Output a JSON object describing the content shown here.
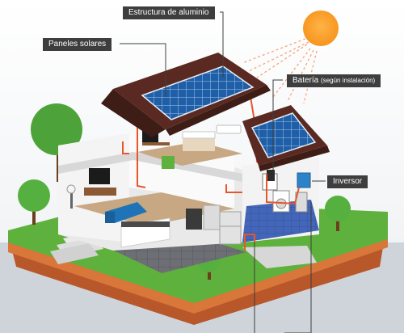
{
  "labels": {
    "aluminum_structure": "Estructura de aluminio",
    "solar_panels": "Paneles solares",
    "battery": "Batería",
    "battery_note": "(según instalación)",
    "inverter": "Inversor"
  },
  "colors": {
    "sun": "#f7941d",
    "panel": "#1f5fa8",
    "roof": "#5a2a22",
    "grass": "#5fb13d",
    "soil": "#c96a2b",
    "wire": "#e8562a",
    "label_bg": "#3e3e3e"
  }
}
